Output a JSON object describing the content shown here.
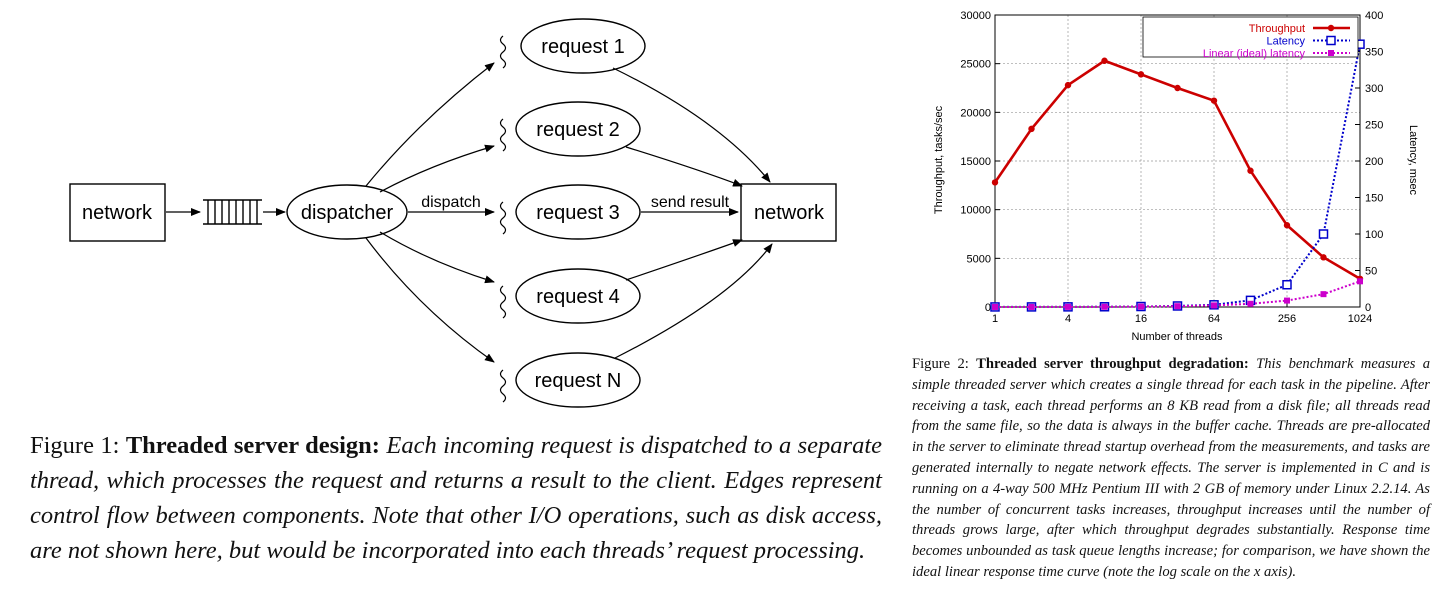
{
  "figure1": {
    "labels": {
      "network_in": "network",
      "dispatcher": "dispatcher",
      "dispatch": "dispatch",
      "send_result": "send result",
      "network_out": "network"
    },
    "requests": [
      "request 1",
      "request 2",
      "request 3",
      "request 4",
      "request N"
    ],
    "caption": {
      "label": "Figure 1:",
      "title": "Threaded server design:",
      "body": "Each incoming request is dispatched to a separate thread, which processes the request and returns a result to the client. Edges represent control flow between components. Note that other I/O operations, such as disk access, are not shown here, but would be incorporated into each threads’ request processing."
    }
  },
  "figure2": {
    "caption": {
      "label": "Figure 2:",
      "title": "Threaded server throughput degradation:",
      "body": "This benchmark measures a simple threaded server which creates a single thread for each task in the pipeline. After receiving a task, each thread performs an 8 KB read from a disk file; all threads read from the same file, so the data is always in the buffer cache. Threads are pre-allocated in the server to eliminate thread startup overhead from the measurements, and tasks are generated internally to negate network effects. The server is implemented in C and is running on a 4-way 500 MHz Pentium III with 2 GB of memory under Linux 2.2.14. As the number of concurrent tasks increases, throughput increases until the number of threads grows large, after which throughput degrades substantially. Response time becomes unbounded as task queue lengths increase; for comparison, we have shown the ideal linear response time curve (note the log scale on the x axis)."
    }
  },
  "chart_data": {
    "type": "line",
    "xlabel": "Number of threads",
    "ylabel": "Throughput, tasks/sec",
    "y2label": "Latency, msec",
    "x_scale": "log2",
    "x_ticks": [
      1,
      4,
      16,
      64,
      256,
      1024
    ],
    "xlim": [
      1,
      1024
    ],
    "ylim": [
      0,
      30000
    ],
    "y_ticks": [
      0,
      5000,
      10000,
      15000,
      20000,
      25000,
      30000
    ],
    "y2lim": [
      0,
      400
    ],
    "y2_ticks": [
      0,
      50,
      100,
      150,
      200,
      250,
      300,
      350,
      400
    ],
    "grid": true,
    "legend_position": "top-right",
    "x": [
      1,
      2,
      4,
      8,
      16,
      32,
      64,
      128,
      256,
      512,
      1024
    ],
    "series": [
      {
        "name": "Throughput",
        "axis": "left",
        "color": "#cc0000",
        "style": "solid",
        "values": [
          12800,
          18300,
          22800,
          25300,
          23900,
          22500,
          21200,
          14000,
          8400,
          5100,
          2900
        ]
      },
      {
        "name": "Latency",
        "axis": "right",
        "color": "#0000cc",
        "style": "dotted",
        "values": [
          0.08,
          0.11,
          0.18,
          0.32,
          0.67,
          1.4,
          3.0,
          9.1,
          30.5,
          100,
          360
        ]
      },
      {
        "name": "Linear (ideal) latency",
        "axis": "right",
        "color": "#cc00cc",
        "style": "dotted",
        "values": [
          0.04,
          0.07,
          0.14,
          0.28,
          0.55,
          1.1,
          2.2,
          4.4,
          8.8,
          17.6,
          35.2
        ]
      }
    ]
  }
}
